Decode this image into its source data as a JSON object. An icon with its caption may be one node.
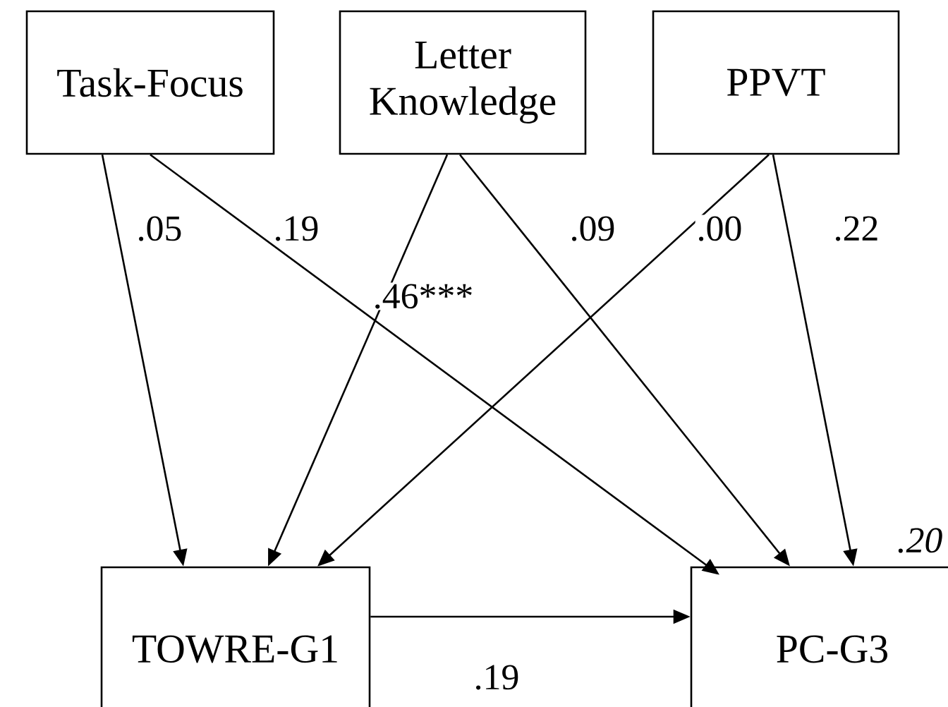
{
  "diagram": {
    "nodes": [
      {
        "text": [
          "Task-Focus"
        ]
      },
      {
        "text": [
          "Letter Knowledge"
        ]
      },
      {
        "text": [
          "PPVT"
        ]
      },
      {
        "text": [
          "TOWRE-G1"
        ]
      },
      {
        "text": [
          "PC-G3"
        ],
        "beside": [
          ".20"
        ]
      }
    ],
    "edges": [
      {
        "from": 0,
        "to": 3,
        "arrow": "to",
        "label": ".05"
      },
      {
        "from": 0,
        "to": 4,
        "arrow": "to",
        "label": ".19"
      },
      {
        "from": 1,
        "to": 3,
        "arrow": "to",
        "label": ".46***"
      },
      {
        "from": 1,
        "to": 4,
        "arrow": "to",
        "label": ".09"
      },
      {
        "from": 2,
        "to": 3,
        "arrow": "to",
        "label": ".00"
      },
      {
        "from": 2,
        "to": 4,
        "arrow": "to",
        "label": ".22"
      },
      {
        "from": 3,
        "to": 4,
        "arrow": "to",
        "label": ".19"
      }
    ]
  }
}
